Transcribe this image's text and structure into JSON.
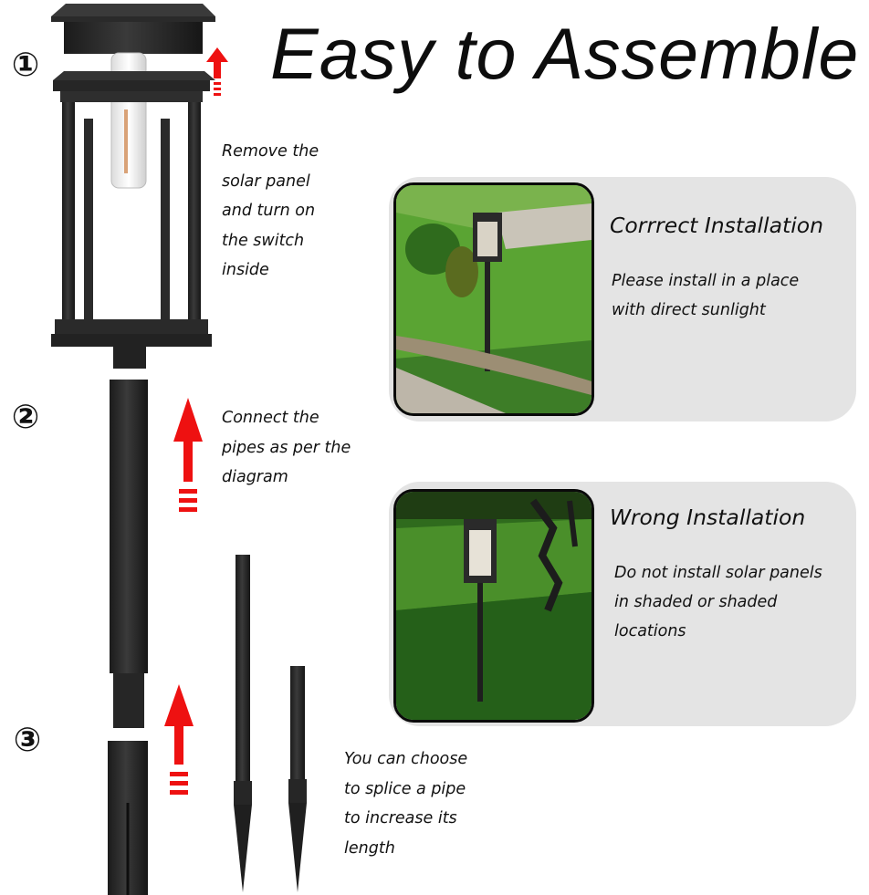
{
  "header": {
    "title": "Easy to Assemble"
  },
  "steps": [
    {
      "number": "①",
      "instruction": "Remove the\nsolar panel\n and turn on\nthe switch\ninside"
    },
    {
      "number": "②",
      "instruction": "Connect the\npipes as per the\ndiagram"
    },
    {
      "number": "③",
      "instruction": "You can choose\nto splice a pipe\nto increase its\nlength"
    }
  ],
  "cards": {
    "correct": {
      "title": "Corrrect Installation",
      "body": "Please install in a place\nwith direct sunlight"
    },
    "wrong": {
      "title": "Wrong Installation",
      "body": "Do not install solar panels\nin shaded or shaded\nlocations"
    }
  },
  "colors": {
    "arrow": "#ee1111",
    "lamp_body": "#2a2a2a",
    "card_bg": "#e4e4e4",
    "grass": "#4f9a2e",
    "shade_grass": "#2f6b1d"
  },
  "icons": [
    "up-arrow-icon",
    "up-arrow-icon",
    "up-arrow-icon"
  ]
}
